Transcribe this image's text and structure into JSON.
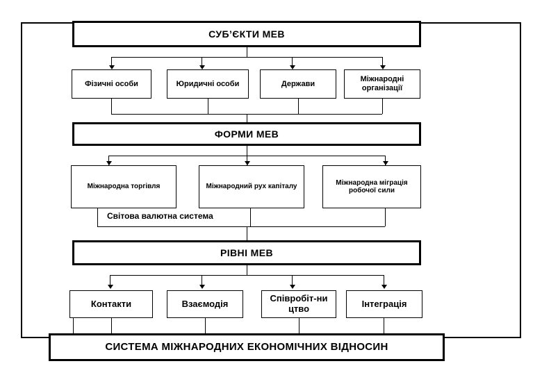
{
  "diagram": {
    "title_levels": [
      {
        "id": "subjects",
        "label": "СУБ’ЄКТИ  МЕВ"
      },
      {
        "id": "forms",
        "label": "ФОРМИ МЕВ"
      },
      {
        "id": "levels",
        "label": "РІВНІ МЕВ"
      }
    ],
    "subjects": [
      {
        "label": "Фізичні особи"
      },
      {
        "label": "Юридичні особи"
      },
      {
        "label": "Держави"
      },
      {
        "label": "Міжнародні організації"
      }
    ],
    "forms": [
      {
        "label": "Міжнародна торгівля"
      },
      {
        "label": "Міжнародний рух капіталу"
      },
      {
        "label": "Міжнародна міграція робочої сили"
      }
    ],
    "forms_extra": {
      "label": "Світова валютна система"
    },
    "levels": [
      {
        "label": "Контакти"
      },
      {
        "label": "Взаємодія"
      },
      {
        "label": "Співробіт-ни цтво"
      },
      {
        "label": "Інтеграція"
      }
    ],
    "footer": {
      "label": "СИСТЕМА МІЖНАРОДНИХ ЕКОНОМІЧНИХ ВІДНОСИН"
    },
    "colors": {
      "line": "#000000",
      "background": "#ffffff",
      "text": "#000000"
    }
  }
}
